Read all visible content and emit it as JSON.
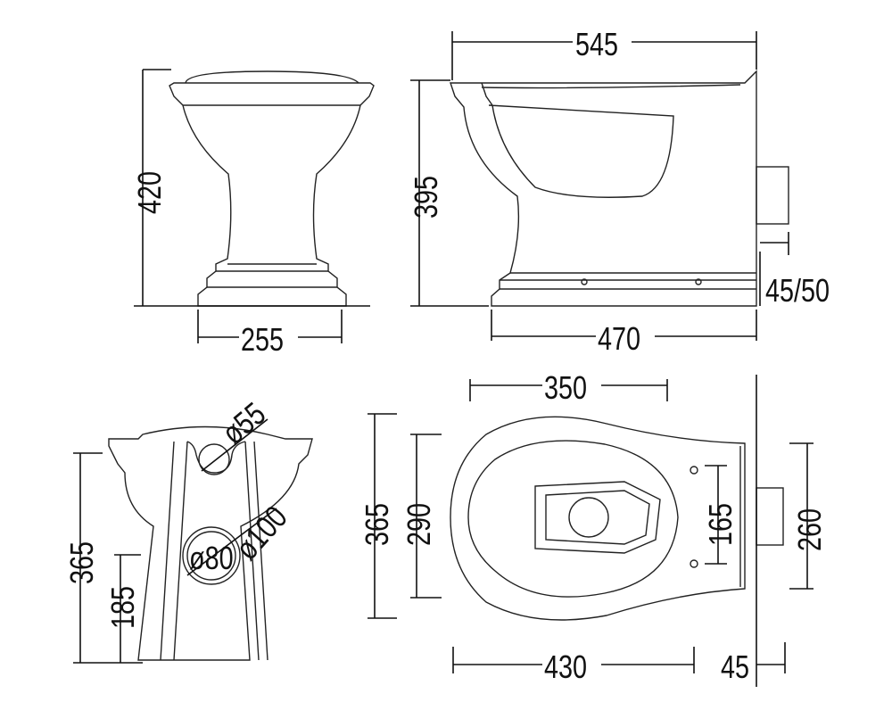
{
  "front_view": {
    "height": "420",
    "base_width": "255"
  },
  "side_view": {
    "length": "545",
    "height": "395",
    "base_length": "470",
    "outlet_height": "45/50"
  },
  "rear_section": {
    "height": "365",
    "outlet_height": "185",
    "inlet_diameter": "ø55",
    "outlet_outer_diameter": "ø100",
    "outlet_inner_diameter": "ø80"
  },
  "plan_view": {
    "bowl_width": "350",
    "overall_width": "365",
    "seat_width": "290",
    "fixing_spacing": "165",
    "cistern_width": "260",
    "bowl_length": "430",
    "wall_gap": "45"
  },
  "colors": {
    "line": "#222222",
    "background": "#ffffff"
  }
}
